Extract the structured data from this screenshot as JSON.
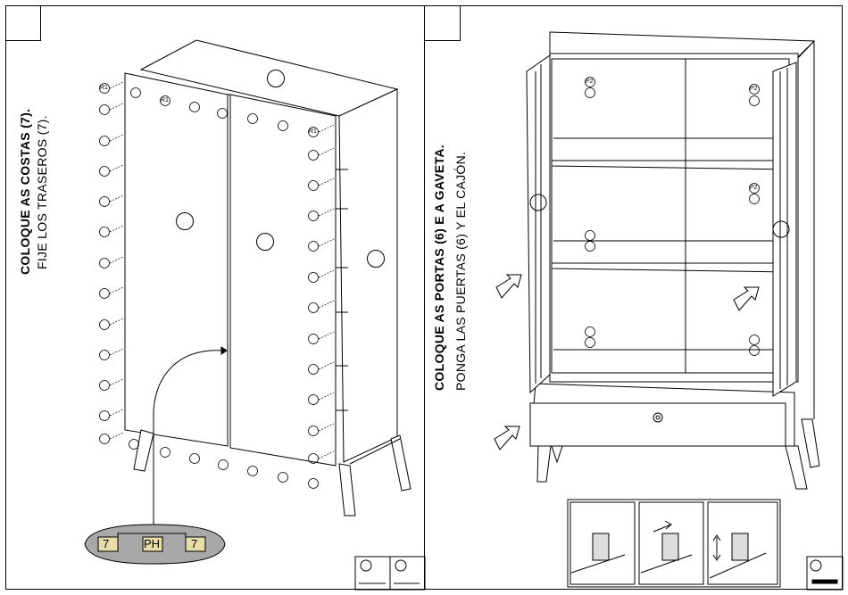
{
  "left_panel": {
    "heading": "COLOQUE AS COSTAS (7).",
    "subheading": "FIJE LOS TRASEROS (7).",
    "screw_label": "R1",
    "part_labels": [
      "7",
      "PH",
      "7"
    ]
  },
  "right_panel": {
    "heading": "COLOQUE AS PORTAS (6) E A GAVETA.",
    "subheading": "PONGA LAS PUERTAS (6) Y EL CAJÓN.",
    "hinge_label": "P2"
  },
  "icons": [
    "screwdriver-icon",
    "drill-icon",
    "screw-icon",
    "hinge-adjust-icon"
  ]
}
